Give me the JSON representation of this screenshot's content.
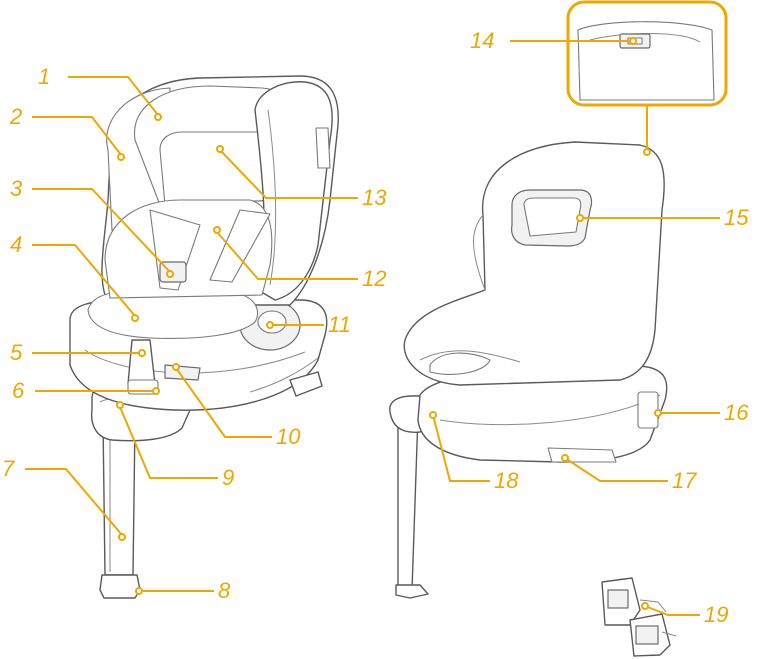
{
  "diagram": {
    "labels": [
      {
        "id": "1",
        "text": "1"
      },
      {
        "id": "2",
        "text": "2"
      },
      {
        "id": "3",
        "text": "3"
      },
      {
        "id": "4",
        "text": "4"
      },
      {
        "id": "5",
        "text": "5"
      },
      {
        "id": "6",
        "text": "6"
      },
      {
        "id": "7",
        "text": "7"
      },
      {
        "id": "8",
        "text": "8"
      },
      {
        "id": "9",
        "text": "9"
      },
      {
        "id": "10",
        "text": "10"
      },
      {
        "id": "11",
        "text": "11"
      },
      {
        "id": "12",
        "text": "12"
      },
      {
        "id": "13",
        "text": "13"
      },
      {
        "id": "14",
        "text": "14"
      },
      {
        "id": "15",
        "text": "15"
      },
      {
        "id": "16",
        "text": "16"
      },
      {
        "id": "17",
        "text": "17"
      },
      {
        "id": "18",
        "text": "18"
      },
      {
        "id": "19",
        "text": "19"
      }
    ],
    "colors": {
      "accent": "#f0a800",
      "outline": "#5a5a5a"
    }
  }
}
